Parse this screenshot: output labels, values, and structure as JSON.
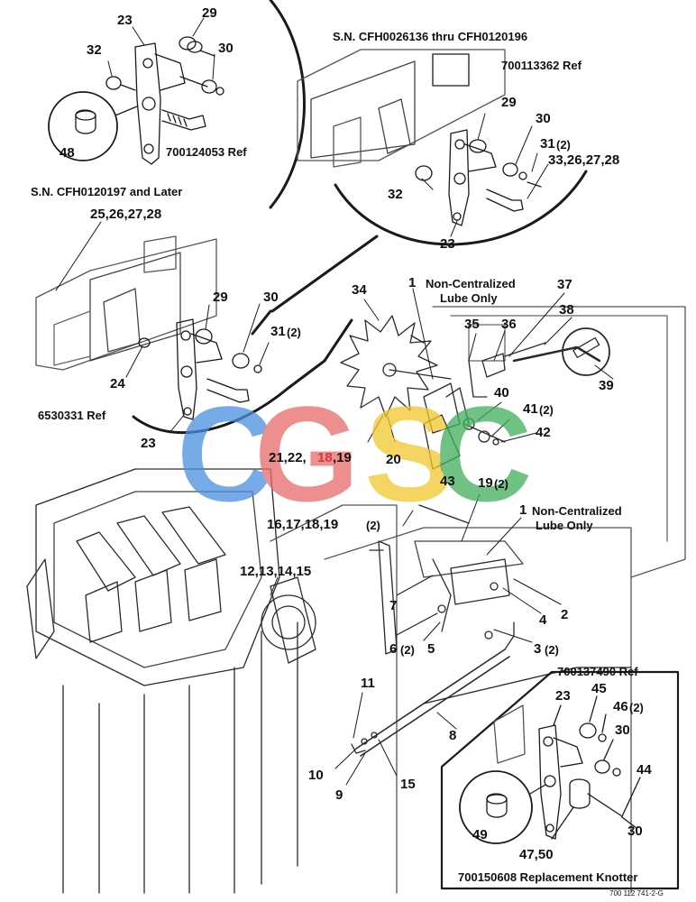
{
  "captions": {
    "sn_top": "S.N. CFH0026136 thru CFH0120196",
    "sn_later": "S.N. CFH0120197 and Later",
    "ref_top_left": "700124053 Ref",
    "ref_top_right": "700113362 Ref",
    "ref_mid_left": "6530331 Ref",
    "ref_lower_right": "700137490 Ref",
    "replacement": "700150608 Replacement Knotter",
    "non_central_1": "Non-Centralized",
    "lube_only_1": "Lube Only",
    "non_central_2": "Non-Centralized",
    "lube_only_2": "Lube Only",
    "figure_id": "700 112 741-2-G"
  },
  "watermark": {
    "letters": [
      "C",
      "G",
      "S",
      "C"
    ],
    "colors": [
      "#4a8fe0",
      "#e86a6a",
      "#f2c82e",
      "#3fae5c"
    ]
  },
  "labels": {
    "tl_23": "23",
    "tl_29": "29",
    "tl_32": "32",
    "tl_30": "30",
    "tl_48": "48",
    "tr_29": "29",
    "tr_30": "30",
    "tr_31": "31",
    "tr_31q": "(2)",
    "tr_33": "33,26,27,28",
    "tr_32": "32",
    "tr_23": "23",
    "ml_25": "25,26,27,28",
    "ml_29": "29",
    "ml_30": "30",
    "ml_31": "31",
    "ml_31q": "(2)",
    "ml_24": "24",
    "ml_23": "23",
    "c_1a": "1",
    "c_34": "34",
    "c_37": "37",
    "c_35": "35",
    "c_36": "36",
    "c_38": "38",
    "c_39": "39",
    "c_40": "40",
    "c_41": "41",
    "c_41q": "(2)",
    "c_42": "42",
    "c_43": "43",
    "c_20": "20",
    "c_2122": "21,22,",
    "c_18": "18",
    "c_19": ",19",
    "c_19b": "19",
    "c_19bq": "(2)",
    "c_16": "16,17,18,19",
    "c_16q": "(2)",
    "c_1b": "1",
    "c_12": "12,13,14,15",
    "c_7": "7",
    "c_4": "4",
    "c_2": "2",
    "c_6": "6",
    "c_6q": "(2)",
    "c_5": "5",
    "c_3": "3",
    "c_3q": "(2)",
    "c_11": "11",
    "c_8": "8",
    "c_10": "10",
    "c_9": "9",
    "c_15": "15",
    "br_23": "23",
    "br_45": "45",
    "br_46": "46",
    "br_46q": "(2)",
    "br_30a": "30",
    "br_44": "44",
    "br_49": "49",
    "br_4750": "47,50",
    "br_30b": "30"
  }
}
